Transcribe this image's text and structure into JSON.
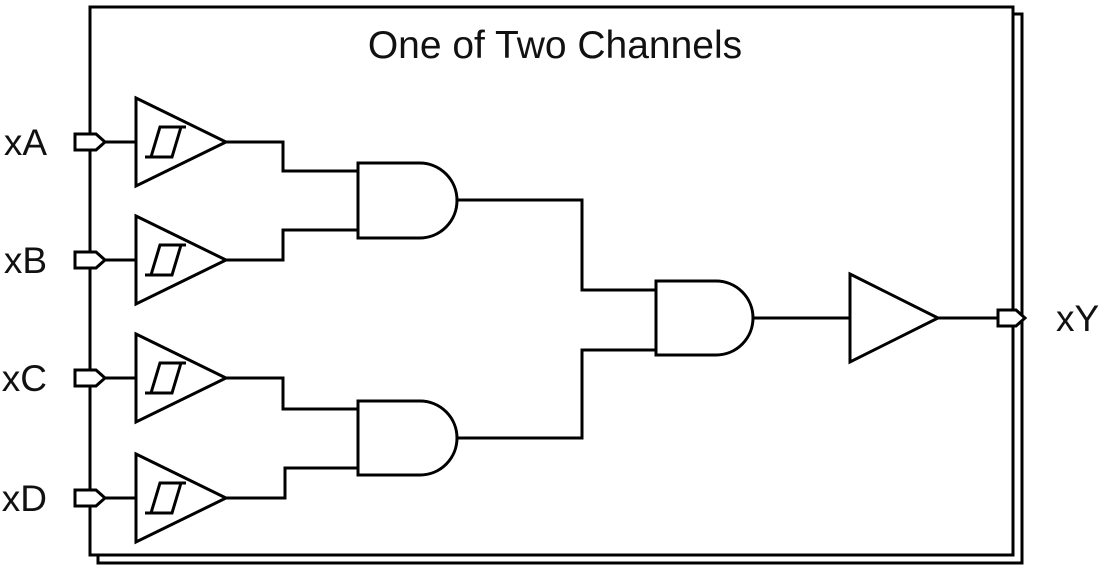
{
  "diagram": {
    "title": "One of Two Channels",
    "inputs": [
      {
        "label": "xA"
      },
      {
        "label": "xB"
      },
      {
        "label": "xC"
      },
      {
        "label": "xD"
      }
    ],
    "output_label": "xY"
  }
}
